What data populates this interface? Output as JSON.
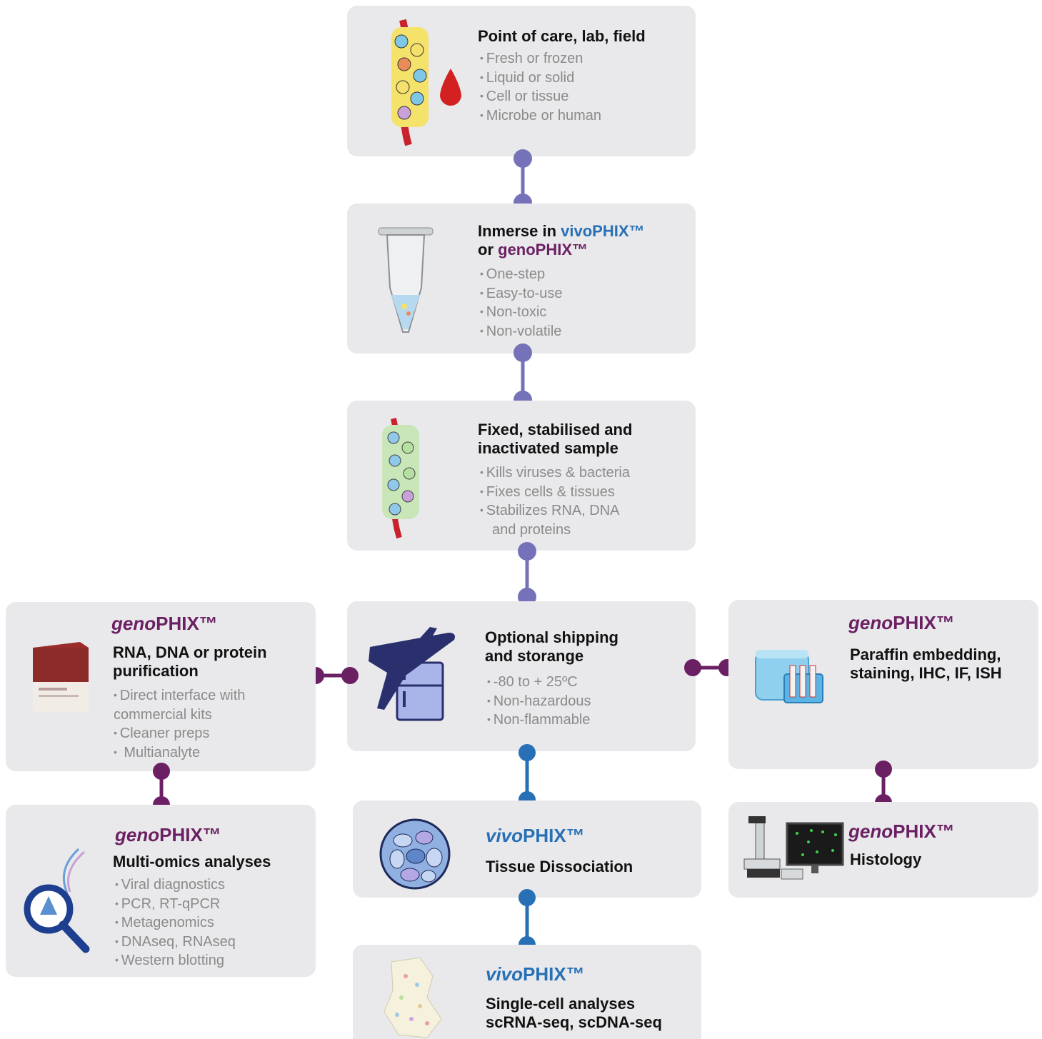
{
  "colors": {
    "connector_lavender": "#7672b9",
    "connector_purple": "#6b2063",
    "connector_blue": "#2770b6",
    "box_bg": "#e9e9eb",
    "geno": "#6b2063",
    "vivo": "#2770b6"
  },
  "steps": {
    "collect": {
      "title": "Point of care, lab, field",
      "items": [
        "Fresh or frozen",
        "Liquid or solid",
        "Cell or tissue",
        "Microbe or human"
      ],
      "icon": "tissue-blood-icon"
    },
    "immerse": {
      "title_prefix": "Inmerse in ",
      "vivo_word": "vivoPHIX™",
      "title_or": "or ",
      "geno_word": "genoPHIX™",
      "items": [
        "One-step",
        "Easy-to-use",
        "Non-toxic",
        "Non-volatile"
      ],
      "icon": "tube-icon"
    },
    "fixed": {
      "title_line1": "Fixed, stabilised and",
      "title_line2": "inactivated sample",
      "items": [
        "Kills viruses & bacteria",
        "Fixes cells & tissues",
        "Stabilizes RNA, DNA"
      ],
      "items_cont": "and proteins",
      "icon": "fixed-tissue-icon"
    },
    "shipping": {
      "title_line1": "Optional shipping",
      "title_line2": "and storange",
      "items": [
        "-80 to + 25ºC",
        "Non-hazardous",
        "Non-flammable"
      ],
      "icon": "plane-fridge-icon"
    },
    "purification": {
      "brand_italic": "geno",
      "brand_rest": "PHIX™",
      "title_line1": "RNA, DNA or protein",
      "title_line2": "purification",
      "item1": "Direct interface with",
      "item1_cont": "commercial kits",
      "item2": "Cleaner preps",
      "item3": " Multianalyte",
      "icon": "kit-box-icon"
    },
    "multiomics": {
      "brand_italic": "geno",
      "brand_rest": "PHIX™",
      "title": "Multi-omics analyses",
      "items": [
        "Viral diagnostics",
        "PCR, RT-qPCR",
        "Metagenomics",
        "DNAseq, RNAseq",
        "Western blotting"
      ],
      "icon": "dna-magnifier-icon"
    },
    "paraffin": {
      "brand_italic": "geno",
      "brand_rest": "PHIX™",
      "title_line1": "Paraffin embedding,",
      "title_line2": "staining, IHC, IF, ISH",
      "icon": "staining-jar-icon"
    },
    "histology": {
      "brand_italic": "geno",
      "brand_rest": "PHIX™",
      "title": "Histology",
      "icon": "microscope-icon"
    },
    "dissociation": {
      "brand_italic": "vivo",
      "brand_rest": "PHIX™",
      "title": "Tissue Dissociation",
      "icon": "cells-circle-icon"
    },
    "singlecell": {
      "brand_italic": "vivo",
      "brand_rest": "PHIX™",
      "title_line1": "Single-cell analyses",
      "title_line2": "scRNA-seq, scDNA-seq",
      "icon": "umap-icon"
    }
  }
}
